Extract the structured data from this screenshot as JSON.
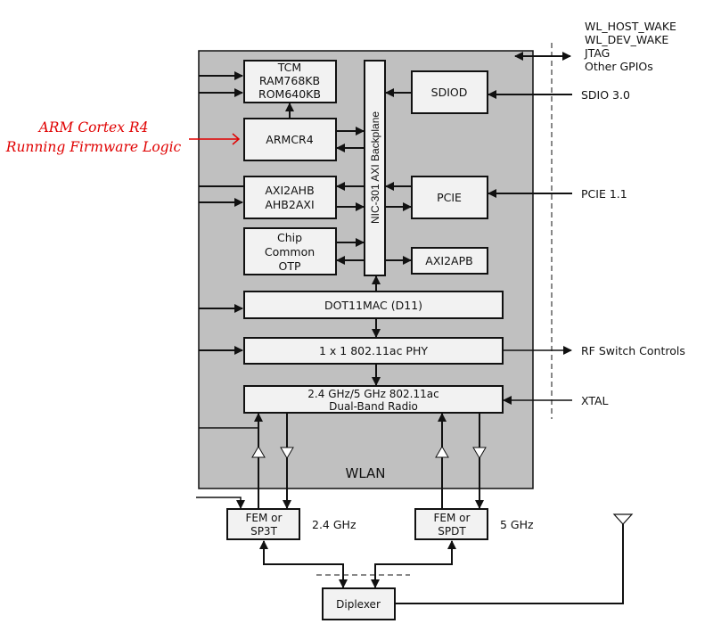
{
  "annotation": {
    "line1": "ARM Cortex R4",
    "line2": "Running Firmware Logic",
    "color": "#e00000"
  },
  "wlan": {
    "label": "WLAN",
    "fill": "#c0c0c0",
    "blocks": {
      "tcm": [
        "TCM",
        "RAM768KB",
        "ROM640KB"
      ],
      "armcr4": "ARMCR4",
      "axi2ahb": [
        "AXI2AHB",
        "AHB2AXI"
      ],
      "chipcommon": [
        "Chip",
        "Common",
        "OTP"
      ],
      "backplane": "NIC-301 AXI Backplane",
      "sdiod": "SDIOD",
      "pcie": "PCIE",
      "axi2apb": "AXI2APB",
      "dot11mac": "DOT11MAC (D11)",
      "phy": "1 x 1 802.11ac PHY",
      "radio": [
        "2.4 GHz/5 GHz 802.11ac",
        "Dual-Band Radio"
      ]
    }
  },
  "external": {
    "gpio": [
      "WL_HOST_WAKE",
      "WL_DEV_WAKE",
      "JTAG",
      "Other GPIOs"
    ],
    "sdio": "SDIO 3.0",
    "pcie": "PCIE 1.1",
    "rf_switch": "RF Switch Controls",
    "xtal": "XTAL"
  },
  "frontend": {
    "fem24": [
      "FEM or",
      "SP3T"
    ],
    "fem24_band": "2.4 GHz",
    "fem5": [
      "FEM or",
      "SPDT"
    ],
    "fem5_band": "5 GHz",
    "diplexer": "Diplexer"
  }
}
